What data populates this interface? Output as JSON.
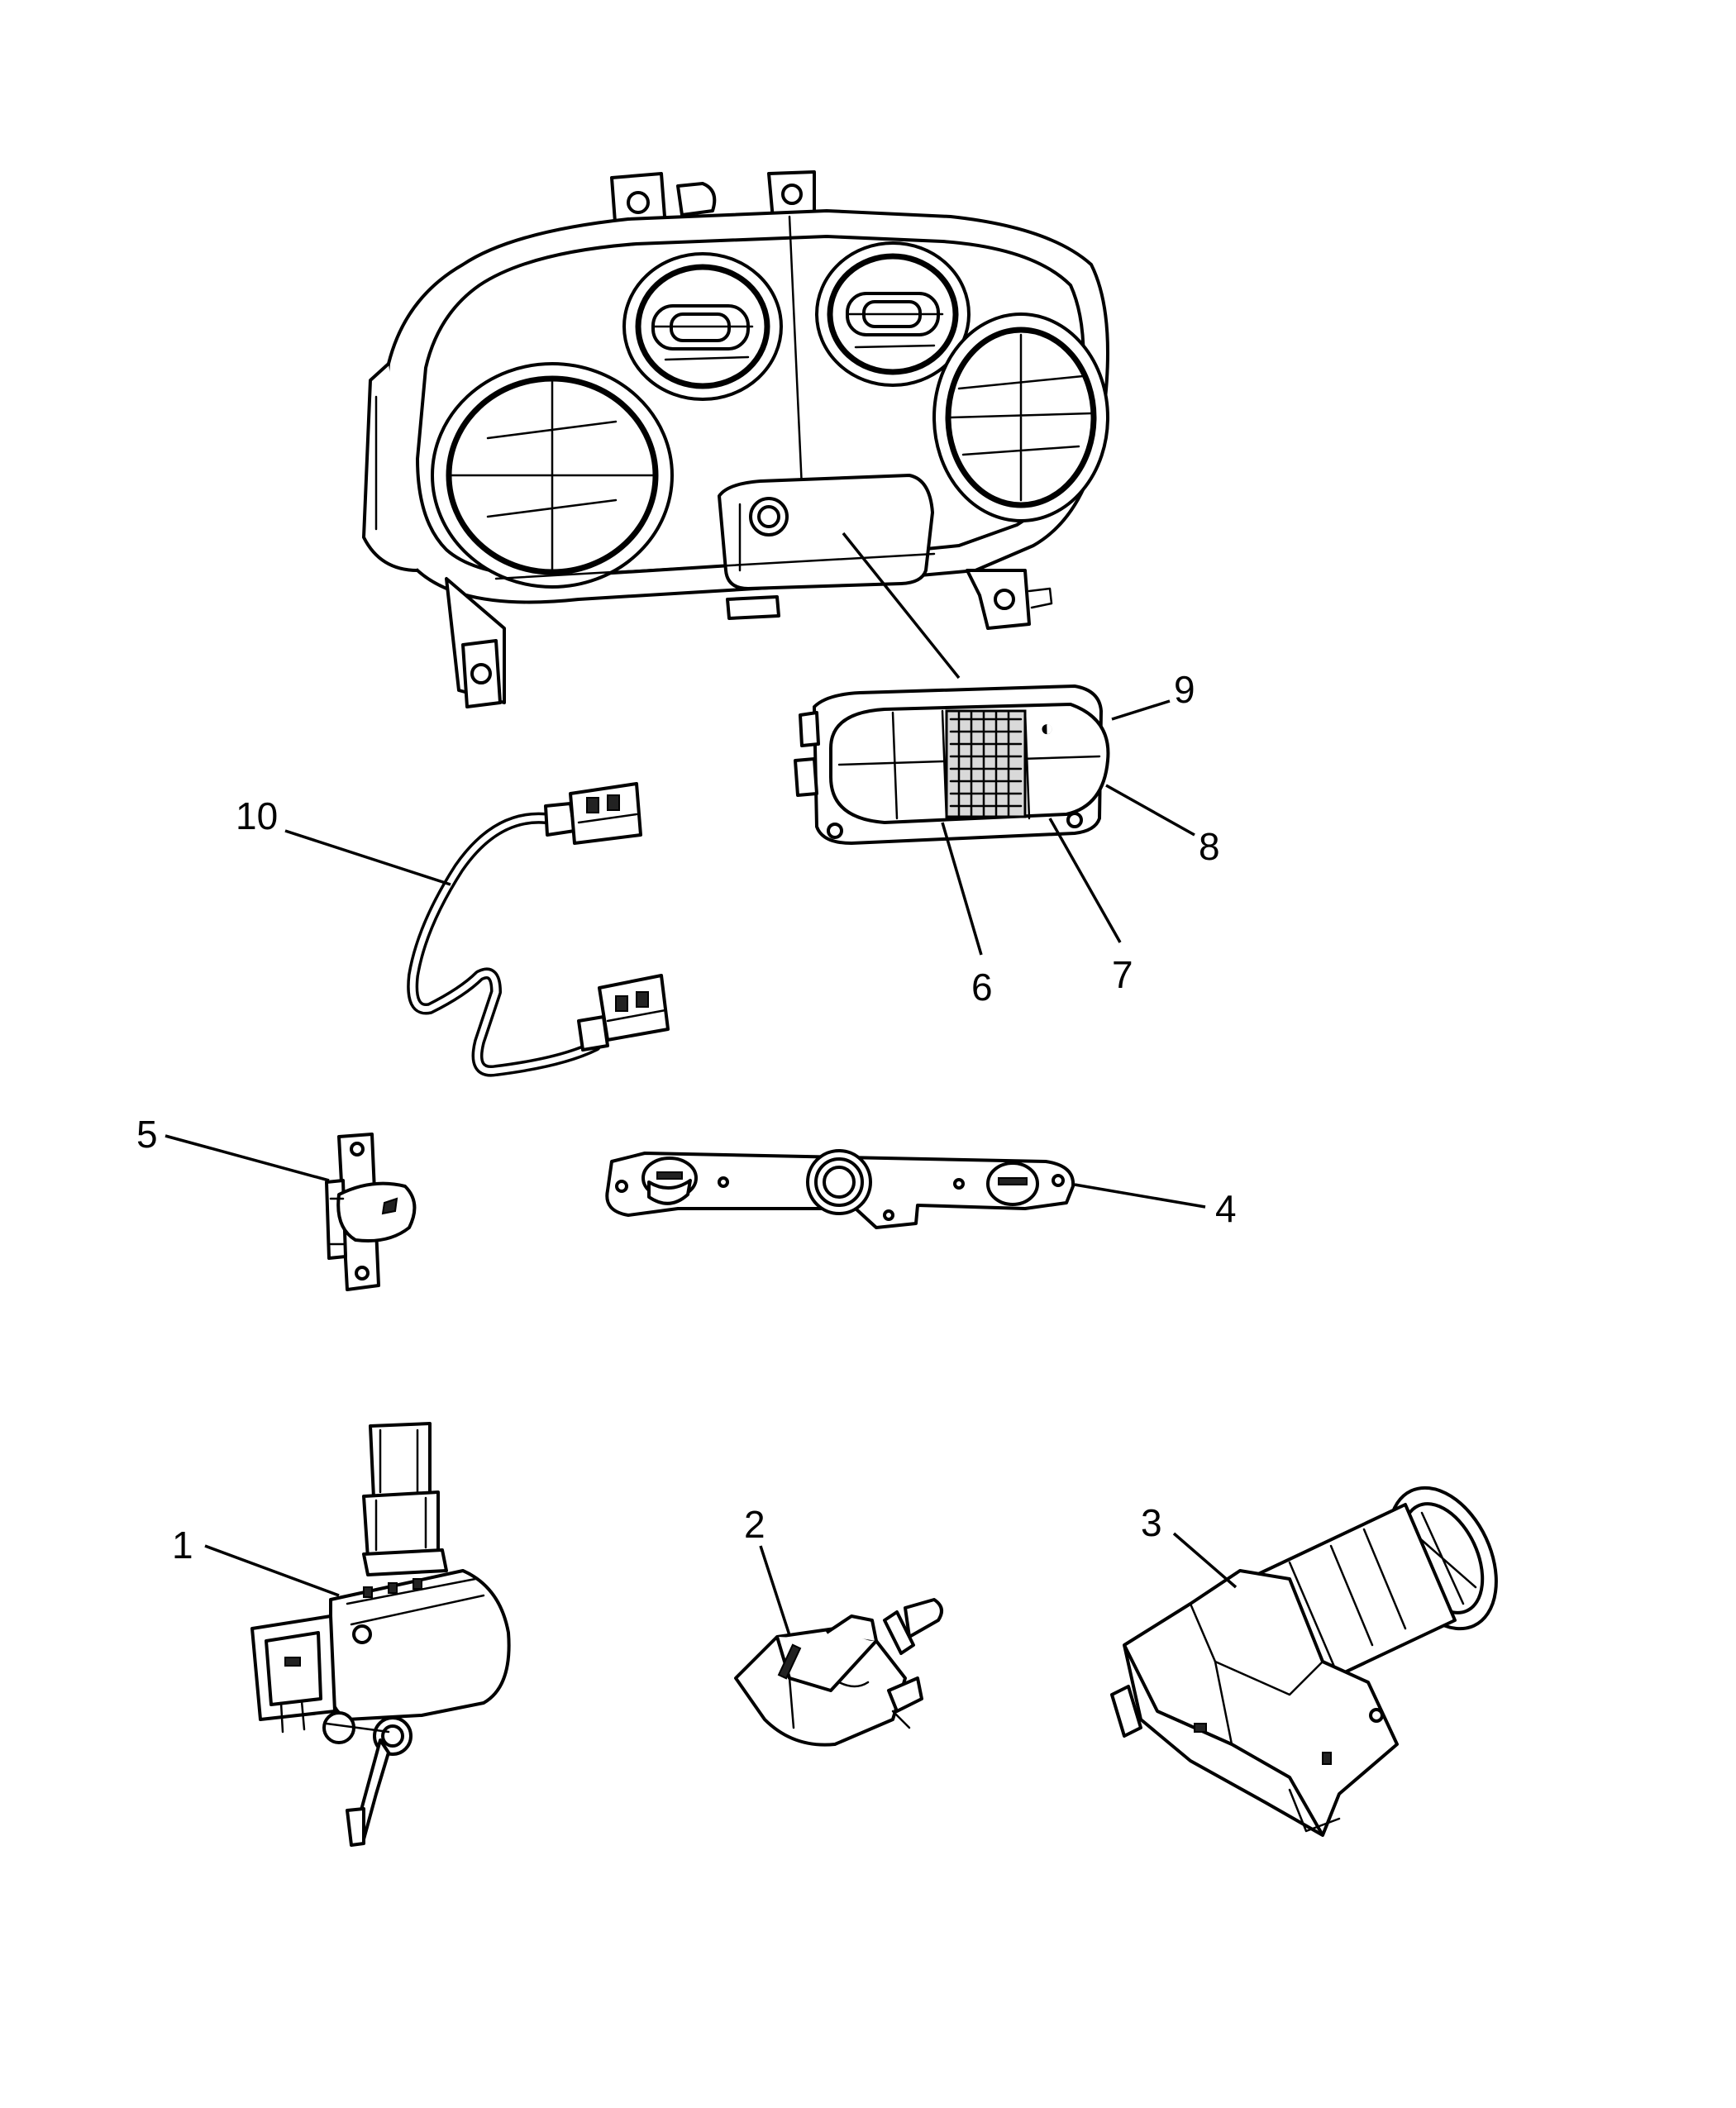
{
  "callouts": [
    {
      "number": "1"
    },
    {
      "number": "2"
    },
    {
      "number": "3"
    },
    {
      "number": "4"
    },
    {
      "number": "5"
    },
    {
      "number": "6"
    },
    {
      "number": "7"
    },
    {
      "number": "8"
    },
    {
      "number": "9"
    },
    {
      "number": "10"
    }
  ]
}
